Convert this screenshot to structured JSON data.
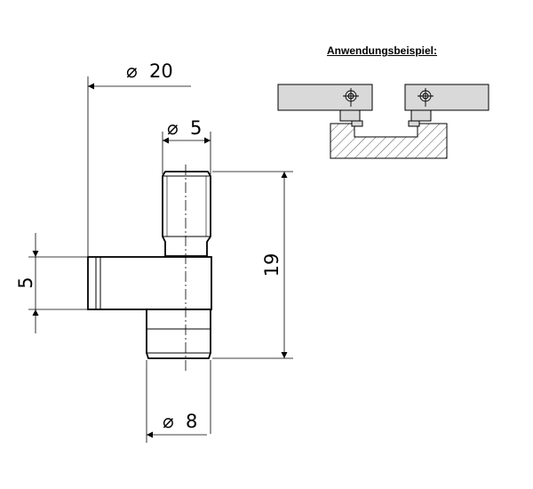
{
  "example": {
    "title": "Anwendungsbeispiel:"
  },
  "dimensions": {
    "d20": {
      "symbol": "⌀",
      "value": "20"
    },
    "d5": {
      "symbol": "⌀",
      "value": "5"
    },
    "d8": {
      "symbol": "⌀",
      "value": "8"
    },
    "h5": {
      "value": "5"
    },
    "h19": {
      "value": "19"
    }
  },
  "colors": {
    "line": "#000000",
    "plate": "#d9d9d9",
    "hatch": "#555555"
  }
}
